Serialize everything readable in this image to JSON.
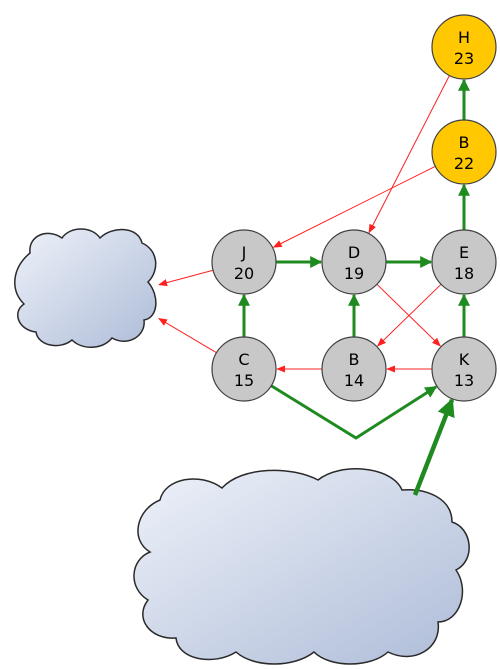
{
  "colors": {
    "gray_node_fill": "#c8c8c8",
    "gold_node_fill": "#ffc800",
    "node_stroke": "#404040",
    "green_edge": "#1f8a1f",
    "red_edge": "#ff2020",
    "cloud_light": "#eef2f9",
    "cloud_dark": "#aebcd8",
    "cloud_stroke": "#2a2a2a"
  },
  "nodes": [
    {
      "id": "H23",
      "letter": "H",
      "number": "23",
      "color": "gold"
    },
    {
      "id": "B22",
      "letter": "B",
      "number": "22",
      "color": "gold"
    },
    {
      "id": "J20",
      "letter": "J",
      "number": "20",
      "color": "gray"
    },
    {
      "id": "D19",
      "letter": "D",
      "number": "19",
      "color": "gray"
    },
    {
      "id": "E18",
      "letter": "E",
      "number": "18",
      "color": "gray"
    },
    {
      "id": "C15",
      "letter": "C",
      "number": "15",
      "color": "gray"
    },
    {
      "id": "B14",
      "letter": "B",
      "number": "14",
      "color": "gray"
    },
    {
      "id": "K13",
      "letter": "K",
      "number": "13",
      "color": "gray"
    }
  ],
  "edges": [
    {
      "from": "B22",
      "to": "H23",
      "kind": "green"
    },
    {
      "from": "E18",
      "to": "B22",
      "kind": "green"
    },
    {
      "from": "J20",
      "to": "D19",
      "kind": "green"
    },
    {
      "from": "D19",
      "to": "E18",
      "kind": "green"
    },
    {
      "from": "C15",
      "to": "J20",
      "kind": "green"
    },
    {
      "from": "B14",
      "to": "D19",
      "kind": "green"
    },
    {
      "from": "K13",
      "to": "E18",
      "kind": "green"
    },
    {
      "from": "C15",
      "to": "K13",
      "kind": "green-bent"
    },
    {
      "from": "cloud-bottom",
      "to": "K13",
      "kind": "green-thick"
    },
    {
      "from": "H23",
      "to": "D19",
      "kind": "red"
    },
    {
      "from": "B22",
      "to": "J20",
      "kind": "red"
    },
    {
      "from": "D19",
      "to": "K13",
      "kind": "red"
    },
    {
      "from": "E18",
      "to": "B14",
      "kind": "red"
    },
    {
      "from": "K13",
      "to": "B14",
      "kind": "red"
    },
    {
      "from": "B14",
      "to": "C15",
      "kind": "red"
    },
    {
      "from": "J20",
      "to": "cloud-left",
      "kind": "red"
    },
    {
      "from": "C15",
      "to": "cloud-left",
      "kind": "red"
    }
  ],
  "clouds": [
    "cloud-left",
    "cloud-bottom"
  ]
}
